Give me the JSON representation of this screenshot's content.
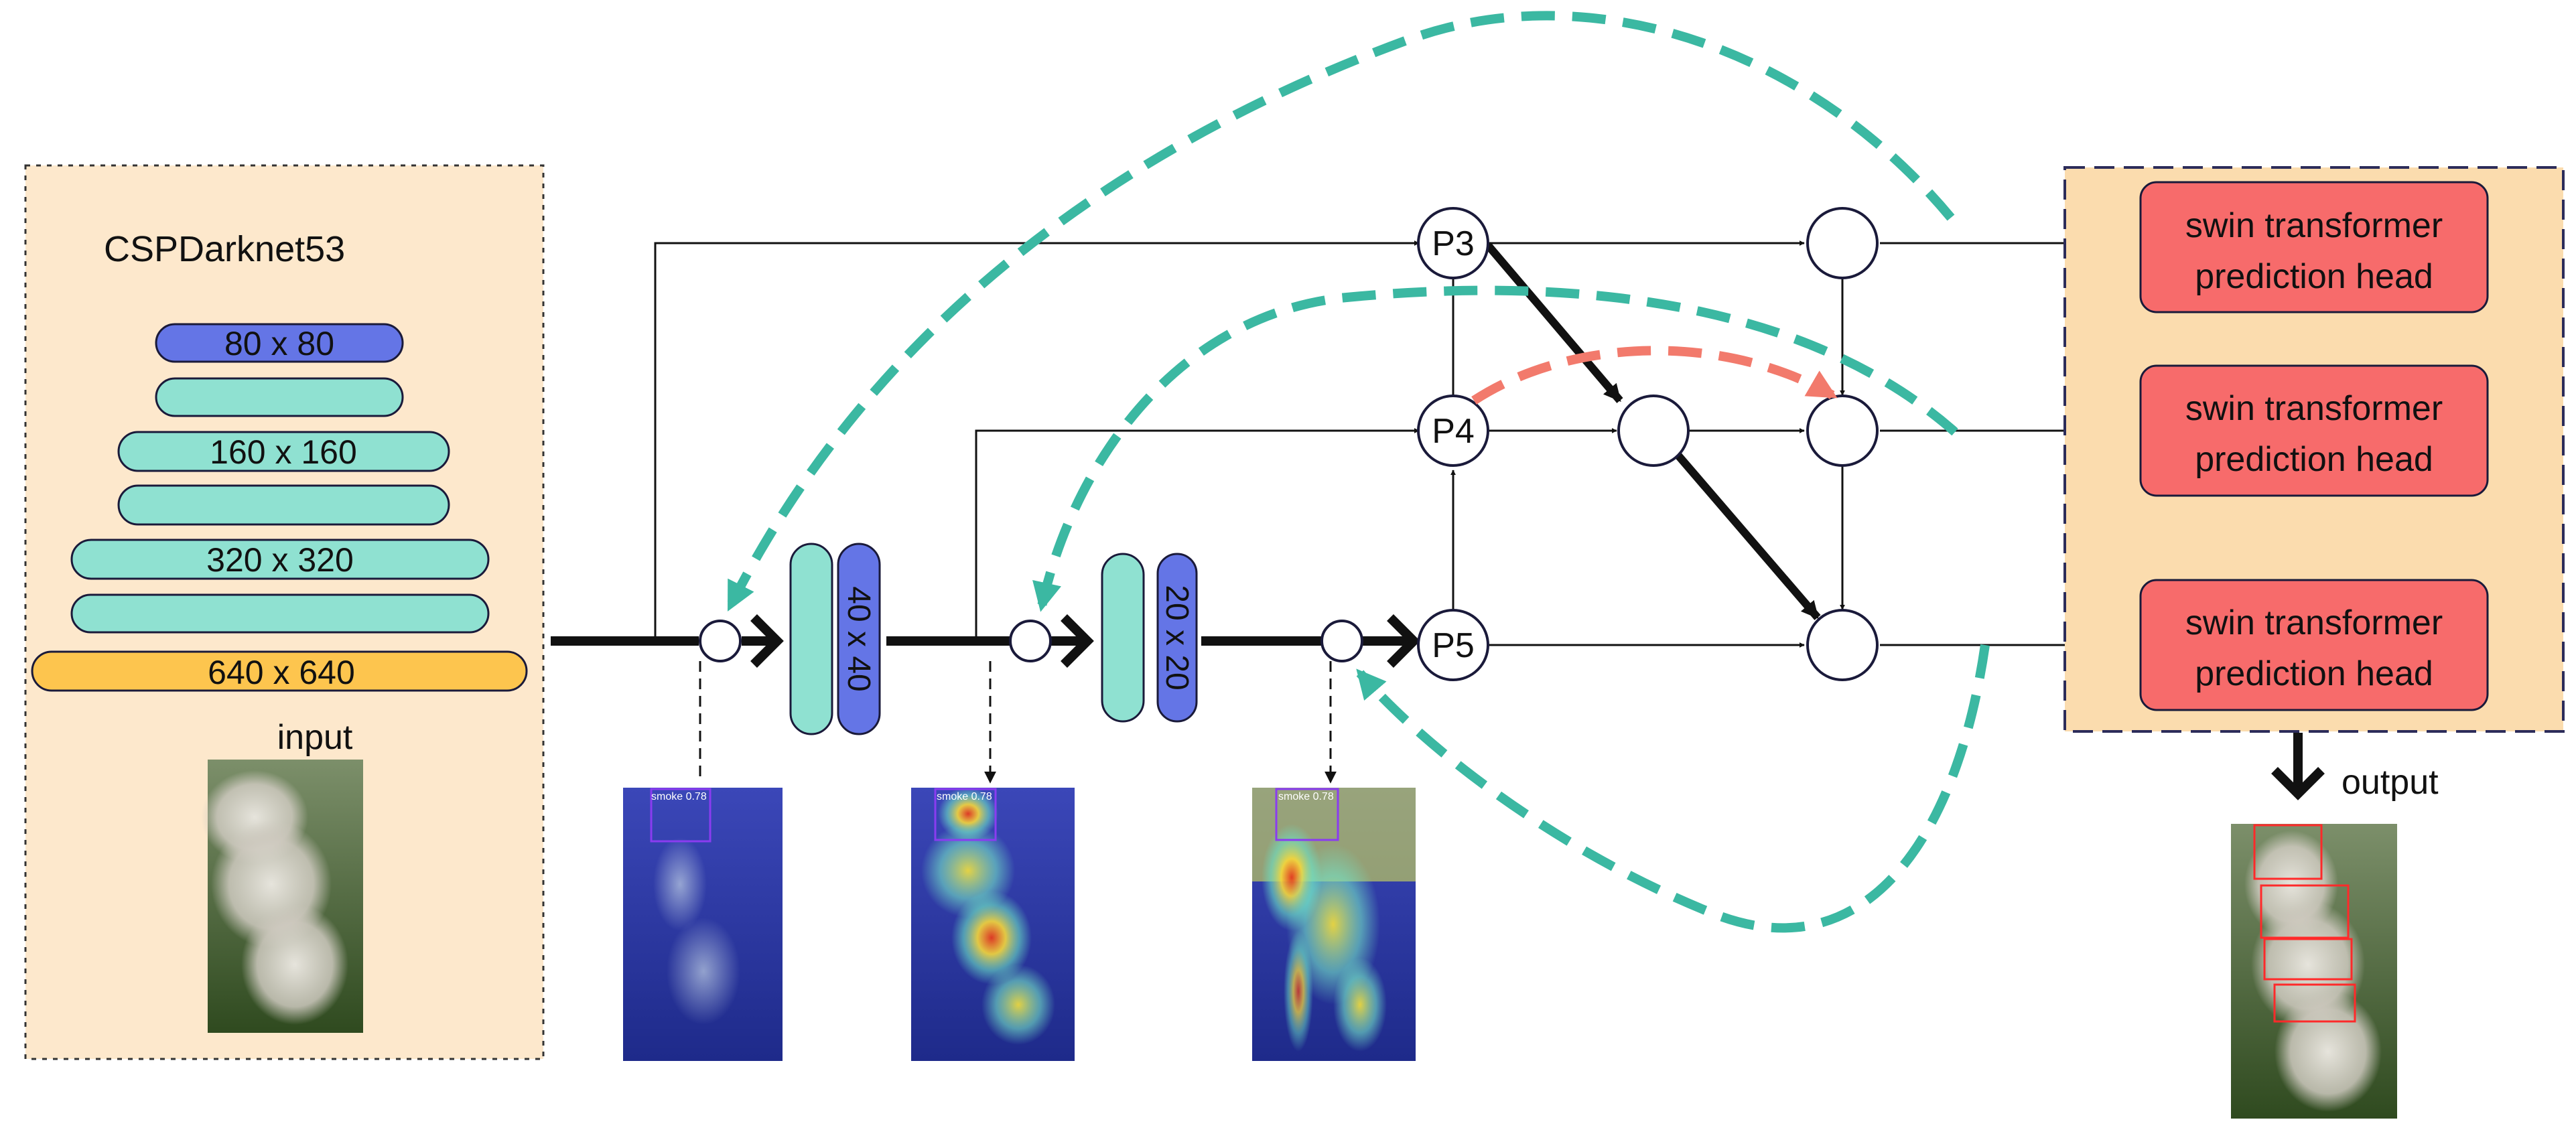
{
  "backbone": {
    "title": "CSPDarknet53",
    "layers": [
      "80 x 80",
      "",
      "160 x 160",
      "",
      "320 x 320",
      "",
      "640 x 640"
    ],
    "input_label": "input"
  },
  "neck_blocks": {
    "block1_label": "40 x 40",
    "block2_label": "20 x 20"
  },
  "pyramid": {
    "p3": "P3",
    "p4": "P4",
    "p5": "P5"
  },
  "heads": {
    "labels": [
      [
        "swin transformer",
        "prediction head"
      ],
      [
        "swin transformer",
        "prediction head"
      ],
      [
        "swin transformer",
        "prediction head"
      ]
    ],
    "output_label": "output"
  },
  "heatmaps": {
    "detection_label": "smoke 0.78"
  },
  "colors": {
    "backbone_bg": "#fde8cc",
    "heads_bg": "#fbdcae",
    "blue_layer": "#6475e6",
    "teal_layer": "#8fe1d1",
    "yellow_layer": "#fdc54e",
    "head_box": "#f76b6b",
    "teal_dashed": "#3bb8a2",
    "red_dashed": "#f27a6c"
  }
}
